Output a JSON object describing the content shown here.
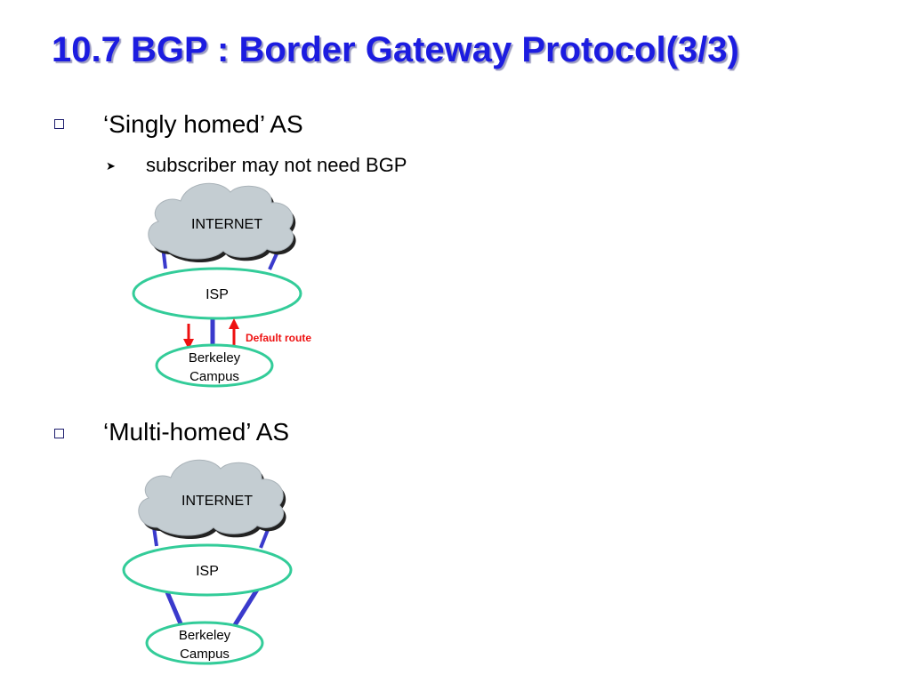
{
  "slide": {
    "title": "10.7 BGP : Border Gateway Protocol(3/3)",
    "bullets": [
      {
        "text": "‘Singly homed’ AS",
        "marker": "square-bullet-icon"
      },
      {
        "text": "subscriber may not need BGP",
        "marker": "arrow-bullet-icon"
      },
      {
        "text": "‘Multi-homed’ AS",
        "marker": "square-bullet-icon"
      }
    ]
  },
  "diagram_single": {
    "internet_label": "INTERNET",
    "isp_label": "ISP",
    "campus_line1": "Berkeley",
    "campus_line2": "Campus",
    "default_route_label": "Default route"
  },
  "diagram_multi": {
    "internet_label": "INTERNET",
    "isp_label": "ISP",
    "campus_line1": "Berkeley",
    "campus_line2": "Campus"
  },
  "colors": {
    "title": "#1c1ce0",
    "link": "#3a3acc",
    "node_border": "#33cc99",
    "cloud_fill": "#c4cdd2",
    "route_arrow": "#ee1111"
  }
}
